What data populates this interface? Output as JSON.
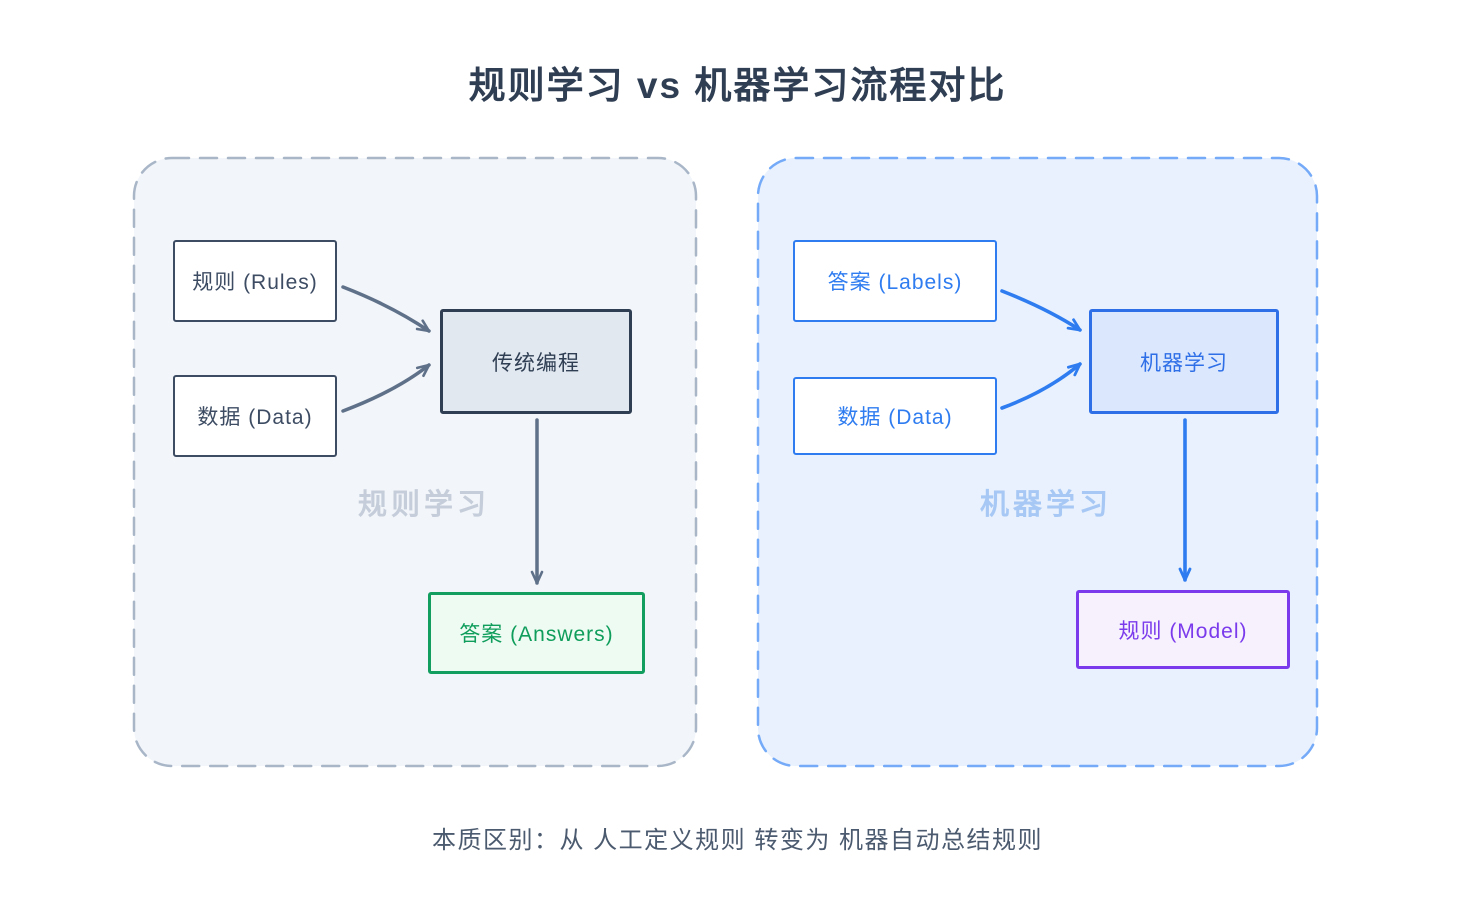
{
  "title": "规则学习 vs 机器学习流程对比",
  "footer": "本质区别：从 人工定义规则 转变为 机器自动总结规则",
  "left_panel": {
    "watermark": "规则学习",
    "rules_box": "规则 (Rules)",
    "data_box": "数据 (Data)",
    "process_box": "传统编程",
    "output_box": "答案 (Answers)"
  },
  "right_panel": {
    "watermark": "机器学习",
    "labels_box": "答案 (Labels)",
    "data_box": "数据 (Data)",
    "process_box": "机器学习",
    "output_box": "规则 (Model)"
  },
  "colors": {
    "title_text": "#2f3e53",
    "left_panel_border": "#a8b6c8",
    "left_panel_bg": "#f2f5f9",
    "dark_box_border": "#3d4c63",
    "process_left_bg": "#e2e8f0",
    "left_arrow": "#5f7089",
    "left_watermark": "#c5cdda",
    "green_border": "#119e5e",
    "green_bg": "#eefbf3",
    "right_panel_border": "#74aaf8",
    "right_panel_bg": "#e8f1fd",
    "blue_accent": "#2e7cf0",
    "process_right_bg": "#dbe7fc",
    "right_watermark": "#a7c8f4",
    "purple_border": "#7b3bec",
    "purple_bg": "#f6f1fd",
    "footer_text": "#4b5a6e"
  }
}
